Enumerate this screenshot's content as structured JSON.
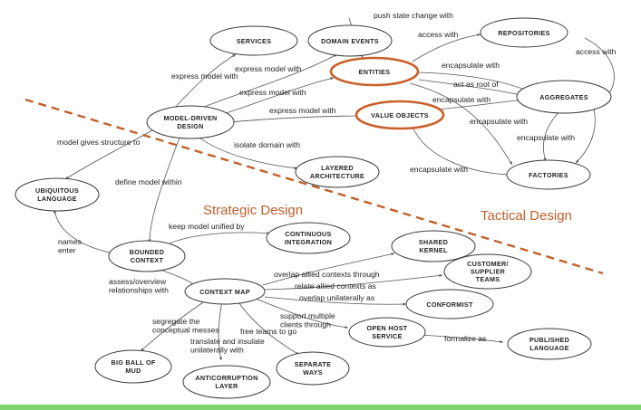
{
  "nodes": {
    "services": [
      "SERVICES"
    ],
    "domain_events": [
      "DOMAIN EVENTS"
    ],
    "repositories": [
      "REPOSITORIES"
    ],
    "entities": [
      "ENTITIES"
    ],
    "aggregates": [
      "AGGREGATES"
    ],
    "model_driven_design": [
      "MODEL-DRIVEN",
      "DESIGN"
    ],
    "value_objects": [
      "VALUE OBJECTS"
    ],
    "layered_architecture": [
      "LAYERED",
      "ARCHITECTURE"
    ],
    "factories": [
      "FACTORIES"
    ],
    "ubiquitous_language": [
      "UBIQUITOUS",
      "LANGUAGE"
    ],
    "continuous_integration": [
      "CONTINUOUS",
      "INTEGRATION"
    ],
    "bounded_context": [
      "BOUNDED",
      "CONTEXT"
    ],
    "shared_kernel": [
      "SHARED",
      "KERNEL"
    ],
    "customer_supplier": [
      "CUSTOMER/",
      "SUPPLIER",
      "TEAMS"
    ],
    "context_map": [
      "CONTEXT MAP"
    ],
    "conformist": [
      "CONFORMIST"
    ],
    "open_host_service": [
      "OPEN HOST",
      "SERVICE"
    ],
    "published_language": [
      "PUBLISHED",
      "LANGUAGE"
    ],
    "big_ball_of_mud": [
      "BIG BALL OF",
      "MUD"
    ],
    "anticorruption_layer": [
      "ANTICORRUPTION",
      "LAYER"
    ],
    "separate_ways": [
      "SEPARATE",
      "WAYS"
    ]
  },
  "edge_labels": {
    "push_state_change": [
      "push state change with"
    ],
    "access_with_1": [
      "access with"
    ],
    "access_with_2": [
      "access with"
    ],
    "express_model_with_1": [
      "express model with"
    ],
    "express_model_with_2": [
      "express model with"
    ],
    "express_model_with_3": [
      "express model with"
    ],
    "express_model_with_4": [
      "express model with"
    ],
    "encapsulate_with_1": [
      "encapsulate with"
    ],
    "act_as_root_of": [
      "act as root of"
    ],
    "encapsulate_with_2": [
      "encapsulate with"
    ],
    "encapsulate_with_3": [
      "encapsulate with"
    ],
    "encapsulate_with_4": [
      "encapsulate with"
    ],
    "encapsulate_with_5": [
      "encapsulate with"
    ],
    "model_gives_structure": [
      "model gives structure to"
    ],
    "isolate_domain": [
      "isolate domain with"
    ],
    "define_model_within": [
      "define model within"
    ],
    "keep_model_unified": [
      "keep model unified by"
    ],
    "names_enter": [
      "names",
      "enter"
    ],
    "assess_overview": [
      "assess/overview",
      "relationships with"
    ],
    "overlap_allied": [
      "overlap allied contexts through"
    ],
    "relate_allied": [
      "relate allied contexts as"
    ],
    "overlap_unilaterally": [
      "overlap unilaterally as"
    ],
    "segregate": [
      "segregate the",
      "conceptual messes"
    ],
    "support_multiple": [
      "support multiple",
      "clients through"
    ],
    "free_teams": [
      "free teams to go"
    ],
    "translate_insulate": [
      "translate and insulate",
      "unilaterally with"
    ],
    "formalize_as": [
      "formalize as"
    ]
  },
  "regions": {
    "strategic": "Strategic Design",
    "tactical": "Tactical Design"
  },
  "colors": {
    "accent": "#c0602b",
    "ink": "#222222",
    "bottom_bar": "#7fd36f"
  }
}
